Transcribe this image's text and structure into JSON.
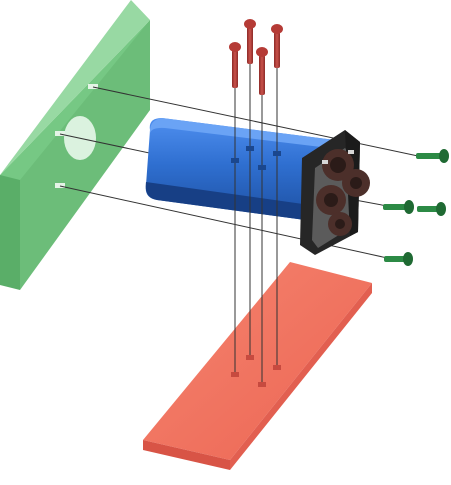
{
  "figure": {
    "kind": "exploded-assembly-view",
    "parts": [
      {
        "name": "green-mounting-plate",
        "color": "#6cc27a"
      },
      {
        "name": "blue-motor-body",
        "color": "#2f6fd0"
      },
      {
        "name": "red-base-plate",
        "color": "#f0715f"
      },
      {
        "name": "dark-end-cap",
        "color": "#2f2f2f"
      }
    ],
    "fasteners": {
      "red_pins": {
        "count": 4,
        "color": "#b53b36"
      },
      "green_screws": {
        "count": 4,
        "color": "#2c8a45"
      }
    },
    "colors": {
      "axis_lines": "#333333",
      "background": "#ffffff"
    }
  }
}
